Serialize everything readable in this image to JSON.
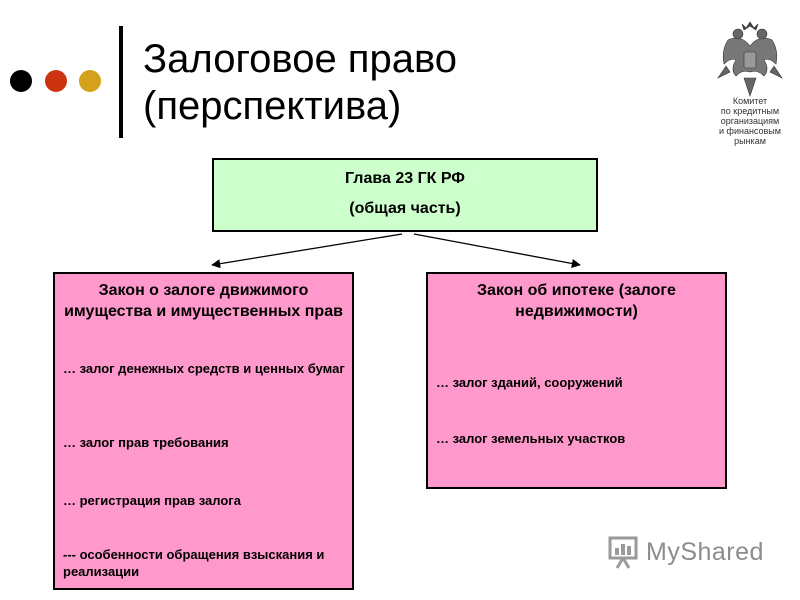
{
  "title": {
    "line1": "Залоговое право",
    "line2": "(перспектива)"
  },
  "logo_org": {
    "text": "Комитет\nпо кредитным\nорганизациям\nи финансовым\nрынкам",
    "icon": "double-headed-eagle-emblem"
  },
  "top_box": {
    "line1": "Глава 23 ГК РФ",
    "line2": "(общая часть)",
    "color": "#ccffcc"
  },
  "left_box": {
    "title": "Закон о залоге движимого имущества и имущественных прав",
    "items": [
      "… залог денежных средств и ценных бумаг",
      "… залог прав требования",
      "… регистрация прав залога",
      "--- особенности обращения взыскания и реализации"
    ],
    "color": "#ff99cc"
  },
  "right_box": {
    "title": "Закон об ипотеке (залоге недвижимости)",
    "items": [
      "… залог зданий, сооружений",
      "… залог земельных участков"
    ],
    "color": "#ff99cc"
  },
  "watermark": {
    "text": "MyShared",
    "icon": "presentation-board-icon"
  },
  "bullet_colors": [
    "#000000",
    "#cc3311",
    "#d4a21a"
  ]
}
